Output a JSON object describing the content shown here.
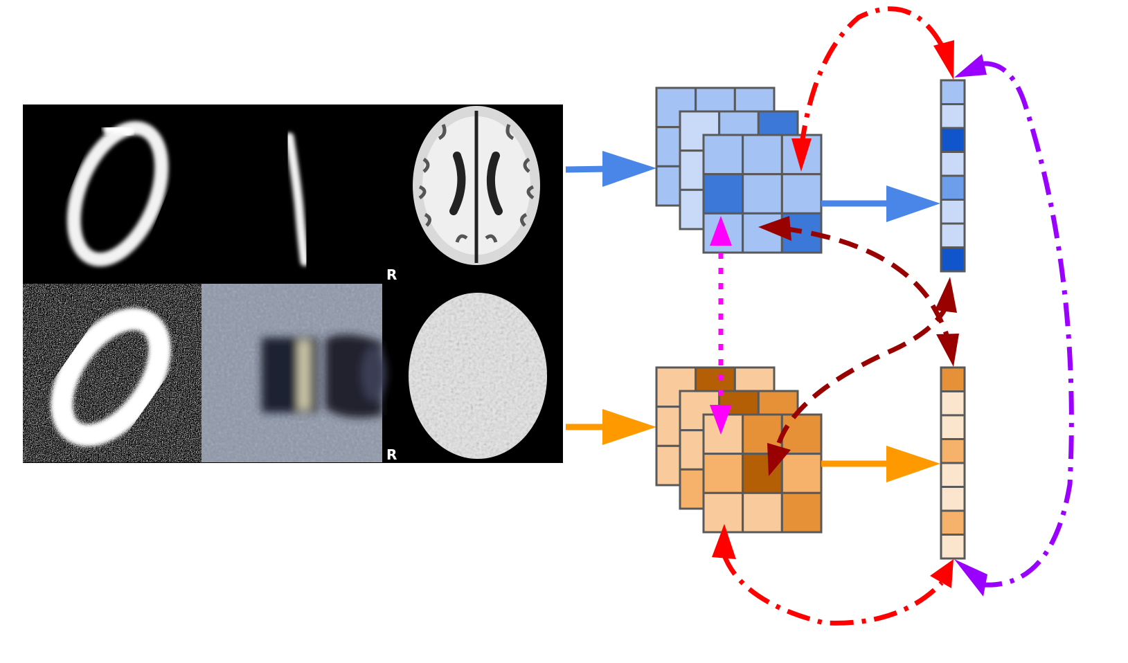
{
  "panel_images": {
    "top_row": [
      {
        "name": "mnist-digit-zero",
        "caption": ""
      },
      {
        "name": "mnist-digit-one",
        "caption": ""
      },
      {
        "name": "brain-mri-clean",
        "caption": "R"
      }
    ],
    "bottom_row": [
      {
        "name": "noisy-digit-zero",
        "caption": ""
      },
      {
        "name": "svhn-digit-one",
        "caption": ""
      },
      {
        "name": "brain-mri-noisy",
        "caption": "R"
      }
    ]
  },
  "colors": {
    "blue_light": "#a4c2f4",
    "blue_pale": "#c9daf8",
    "blue_mid": "#6d9eeb",
    "blue_dark": "#3c78d8",
    "blue_deep": "#1155cc",
    "orange_pale": "#fce5cd",
    "orange_light": "#f9cb9c",
    "orange_mid": "#f6b26b",
    "orange_strong": "#e69138",
    "orange_dark": "#b45f06",
    "arrow_blue": "#4a86e8",
    "arrow_orange": "#ff9900",
    "arrow_red": "#ff0000",
    "arrow_darkred": "#990000",
    "arrow_magenta": "#ff00ff",
    "arrow_purple": "#9900ff",
    "cell_border": "#595959"
  },
  "feature_maps": {
    "source": {
      "back": [
        "blue_light",
        "blue_light",
        "blue_light",
        "blue_light",
        "blue_light",
        "blue_light",
        "blue_light",
        "blue_light",
        "blue_light"
      ],
      "mid": [
        "blue_pale",
        "blue_light",
        "blue_dark",
        "blue_pale",
        "blue_light",
        "blue_light",
        "blue_pale",
        "blue_light",
        "blue_light"
      ],
      "front": [
        "blue_light",
        "blue_light",
        "blue_light",
        "blue_dark",
        "blue_light",
        "blue_light",
        "blue_light",
        "blue_light",
        "blue_dark"
      ]
    },
    "target": {
      "back": [
        "orange_light",
        "orange_dark",
        "orange_light",
        "orange_light",
        "orange_light",
        "orange_light",
        "orange_light",
        "orange_light",
        "orange_light"
      ],
      "mid": [
        "orange_light",
        "orange_dark",
        "orange_strong",
        "orange_light",
        "orange_mid",
        "orange_light",
        "orange_mid",
        "orange_light",
        "orange_light"
      ],
      "front": [
        "orange_light",
        "orange_strong",
        "orange_strong",
        "orange_mid",
        "orange_dark",
        "orange_mid",
        "orange_light",
        "orange_light",
        "orange_strong"
      ]
    }
  },
  "feature_vectors": {
    "source": [
      "blue_light",
      "blue_pale",
      "blue_deep",
      "blue_pale",
      "blue_mid",
      "blue_pale",
      "blue_pale",
      "blue_deep"
    ],
    "target": [
      "orange_strong",
      "orange_pale",
      "orange_pale",
      "orange_mid",
      "orange_pale",
      "orange_pale",
      "orange_mid",
      "orange_pale"
    ]
  }
}
